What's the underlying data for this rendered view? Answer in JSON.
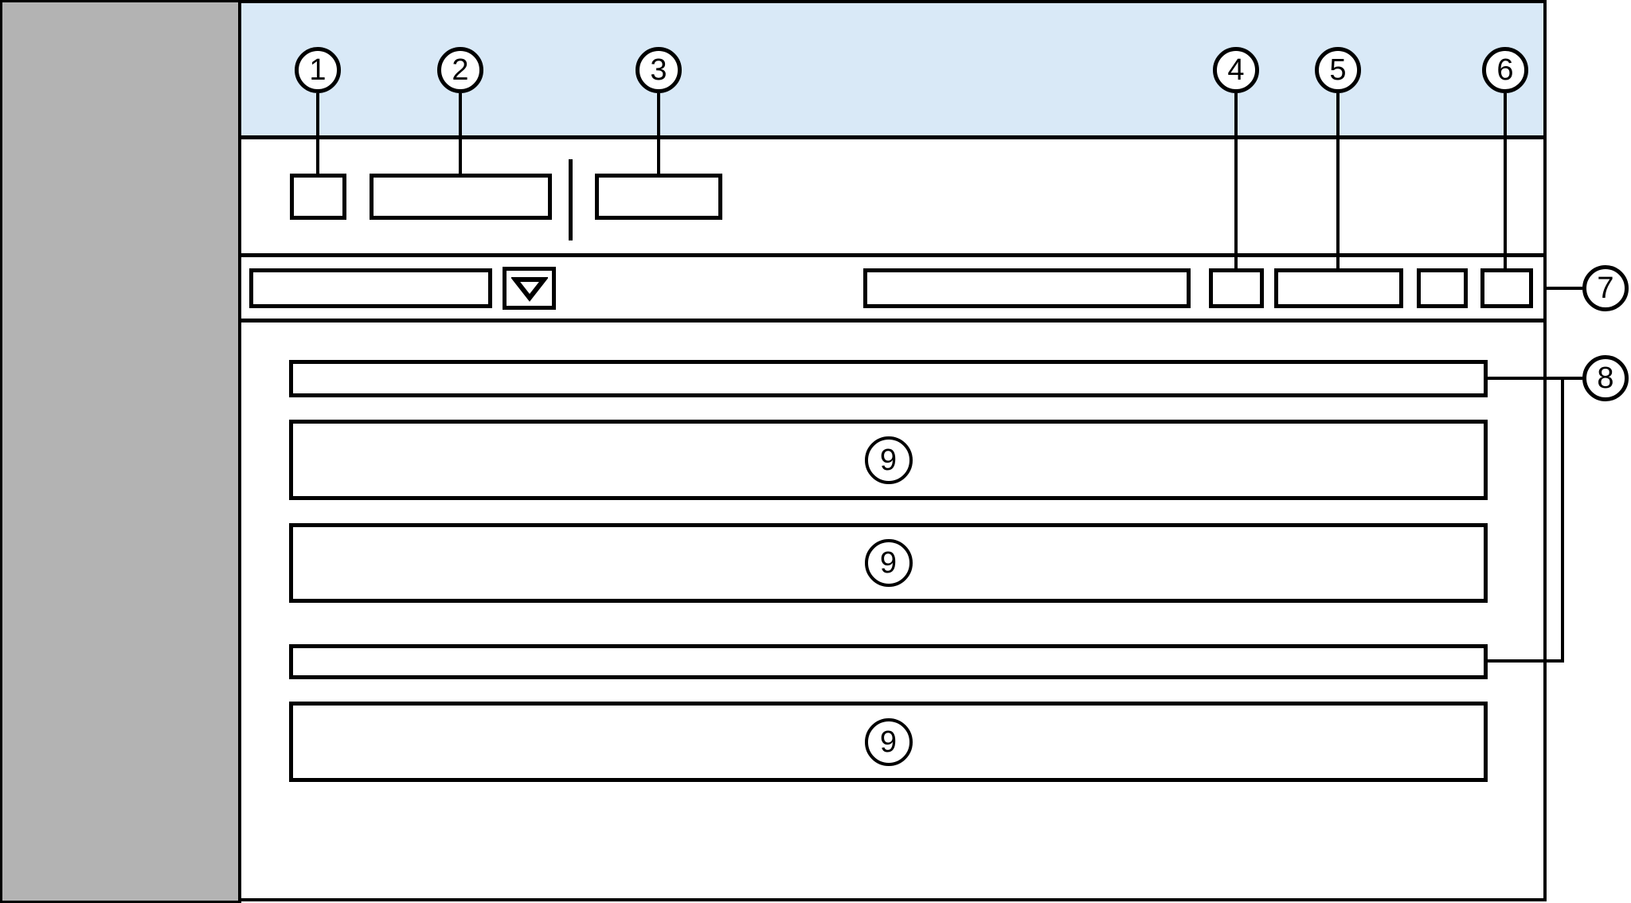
{
  "callout_labels": {
    "c1": "1",
    "c2": "2",
    "c3": "3",
    "c4": "4",
    "c5": "5",
    "c6": "6",
    "c7": "7",
    "c8": "8",
    "c9": "9"
  },
  "icons": {
    "dropdown": "triangle-down"
  },
  "colors": {
    "header_band": "#d9e9f7",
    "sidebar": "#b3b3b3",
    "outline": "#000000",
    "canvas": "#ffffff"
  }
}
